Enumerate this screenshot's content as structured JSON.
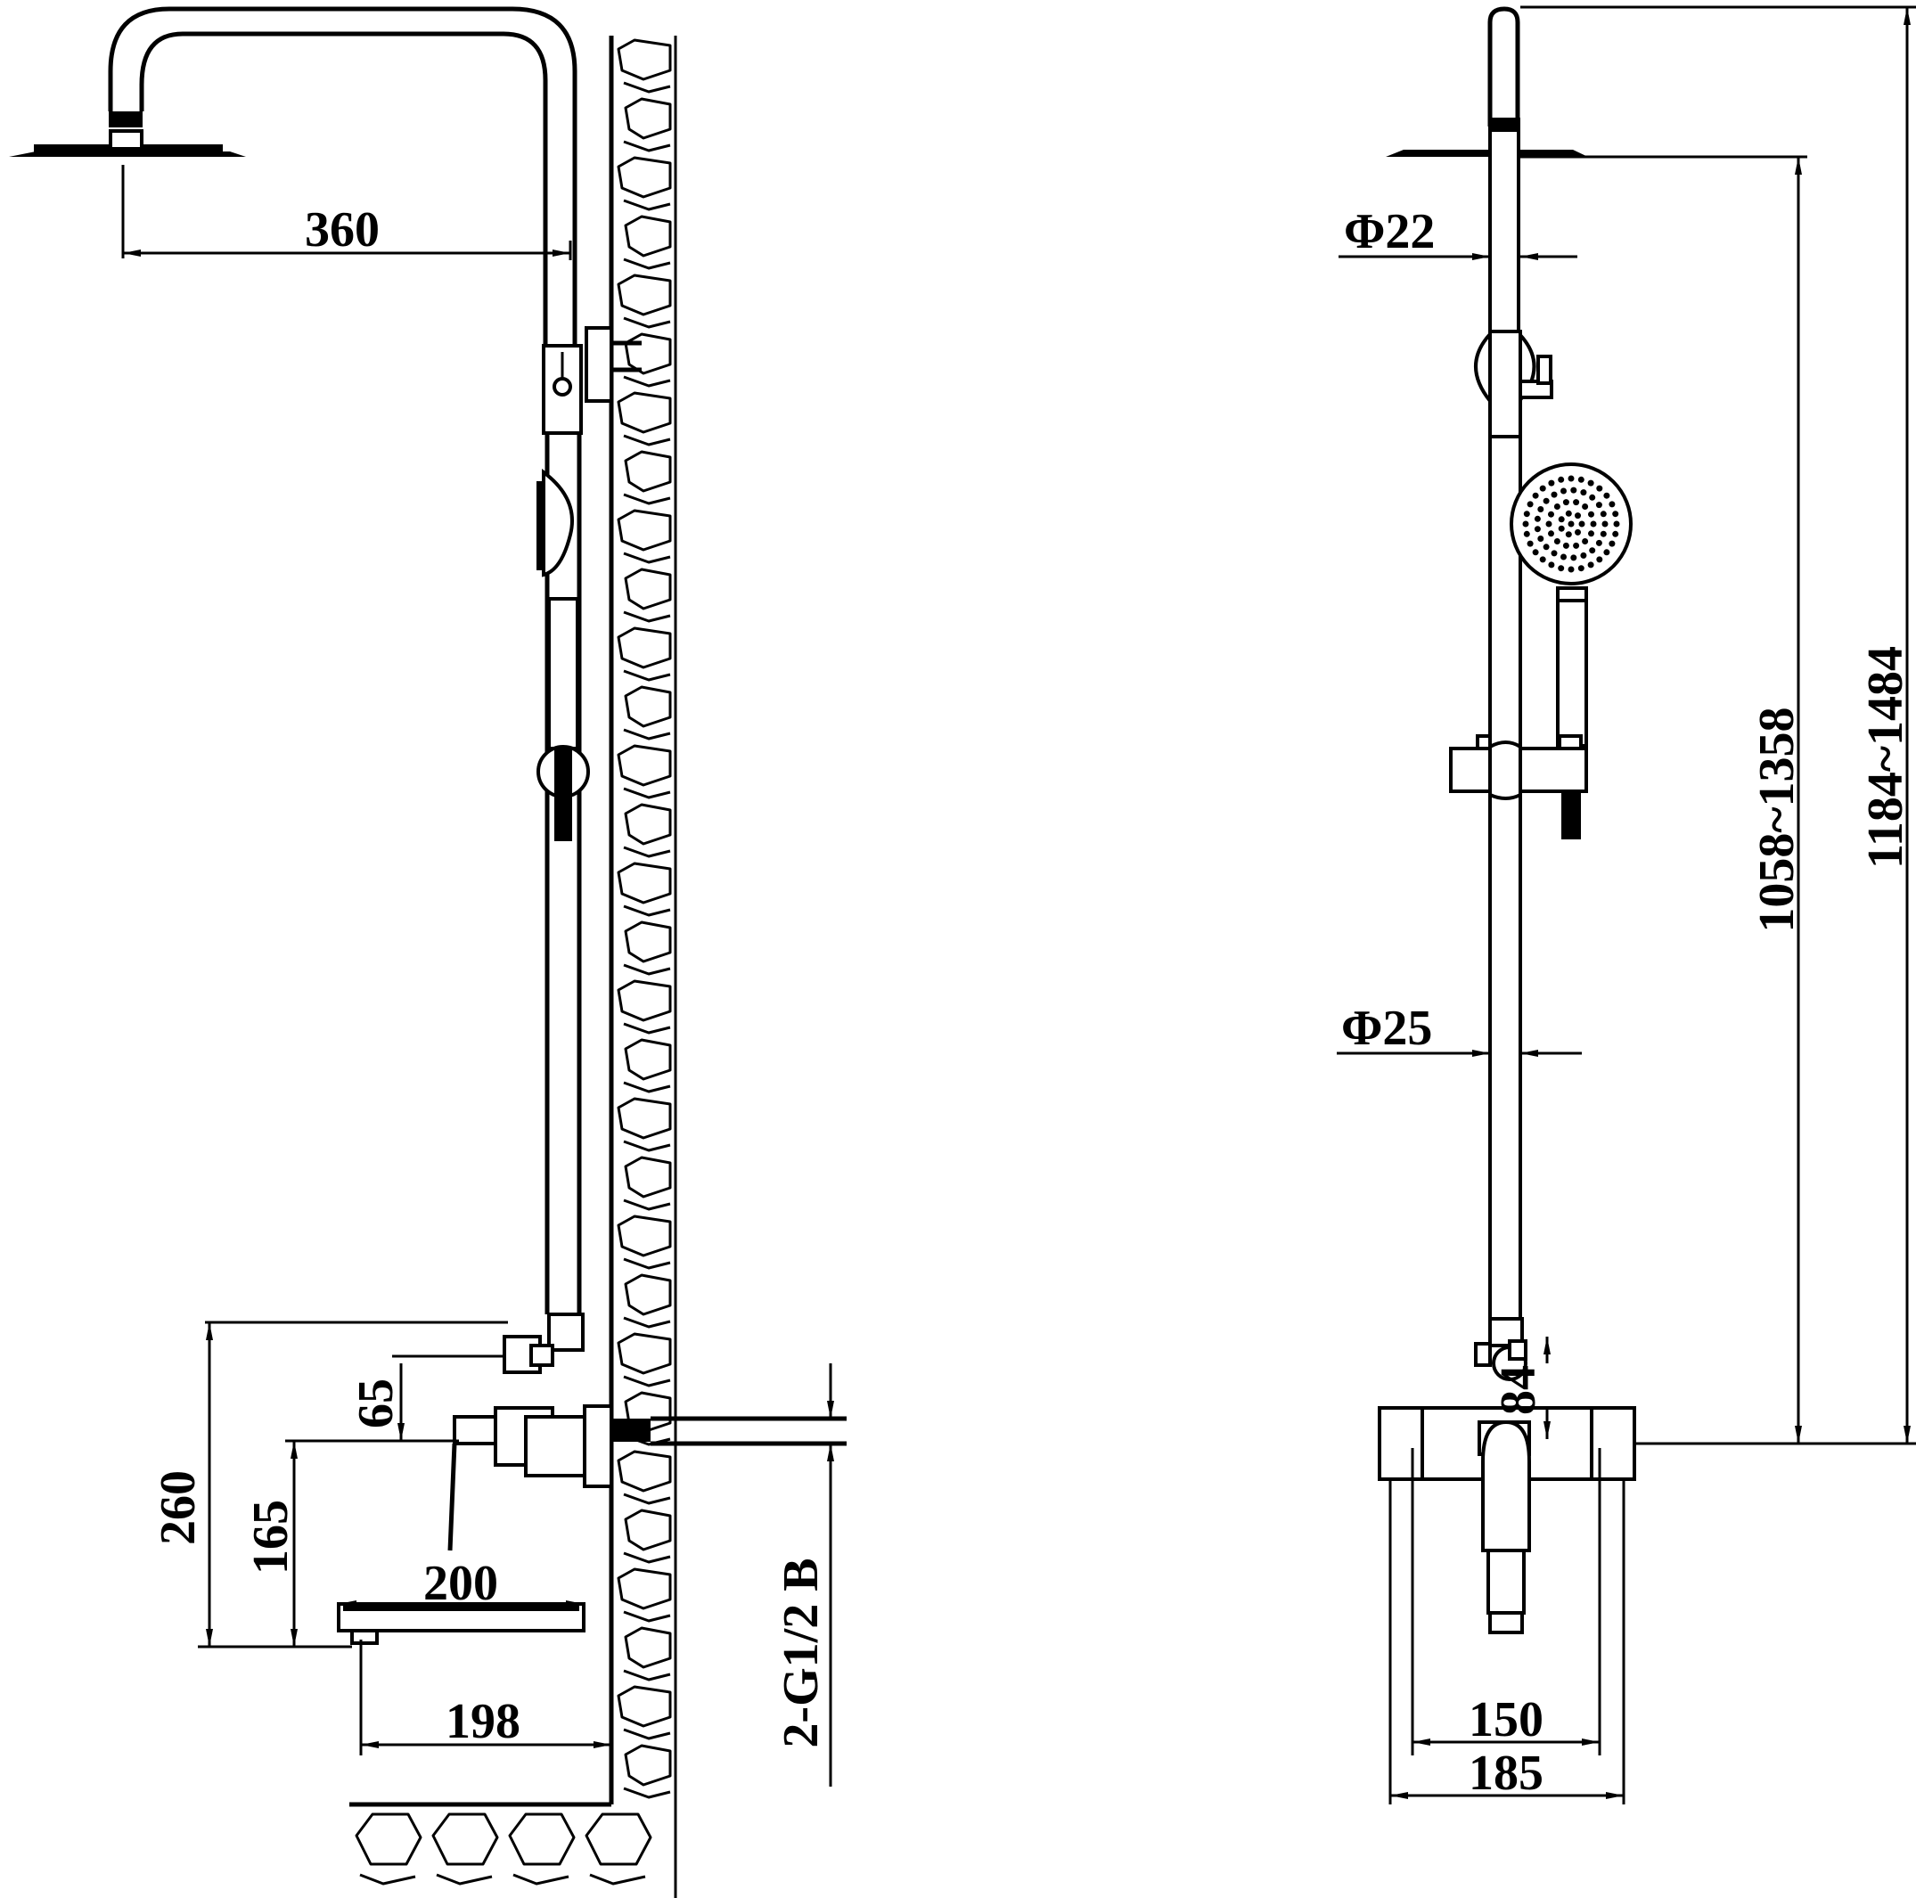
{
  "side_view": {
    "dims": {
      "arm_reach": "360",
      "diverter_offset": "65",
      "outlet_height": "260",
      "handle_height": "165",
      "spout_length": "200",
      "spout_wall": "198",
      "inlet": "2-G1/2 B"
    }
  },
  "front_view": {
    "dims": {
      "upper_pipe": "Φ22",
      "lower_pipe": "Φ25",
      "diverter": "84",
      "inner_height": "1058~1358",
      "overall_height": "1184~1484",
      "inlet_centers": "150",
      "body_width": "185"
    }
  }
}
